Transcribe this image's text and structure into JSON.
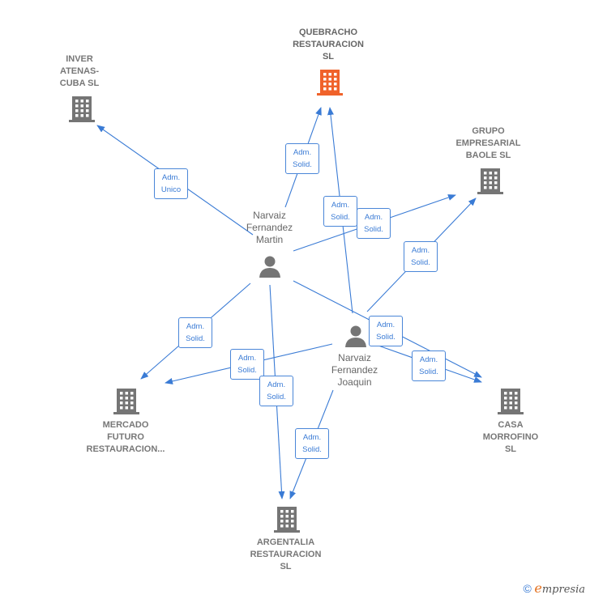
{
  "colors": {
    "edge": "#3a7bd5",
    "company": "#757575",
    "main_company": "#f0622a",
    "person": "#757575"
  },
  "companies": [
    {
      "id": "quebracho",
      "label": "QUEBRACHO\nRESTAURACION\nSL",
      "main": true
    },
    {
      "id": "inver",
      "label": "INVER\nATENAS-\nCUBA SL",
      "main": false
    },
    {
      "id": "grupo",
      "label": "GRUPO\nEMPRESARIAL\nBAOLE  SL",
      "main": false
    },
    {
      "id": "mercado",
      "label": "MERCADO\nFUTURO\nRESTAURACION...",
      "main": false
    },
    {
      "id": "casa",
      "label": "CASA\nMORROFINO\nSL",
      "main": false
    },
    {
      "id": "argentalia",
      "label": "ARGENTALIA\nRESTAURACION\nSL",
      "main": false
    }
  ],
  "persons": [
    {
      "id": "martin",
      "label": "Narvaiz\nFernandez\nMartin"
    },
    {
      "id": "joaquin",
      "label": "Narvaiz\nFernandez\nJoaquin"
    }
  ],
  "edges": [
    {
      "id": "e1",
      "from": "martin",
      "to": "inver",
      "label": "Adm.\nUnico"
    },
    {
      "id": "e2",
      "from": "martin",
      "to": "quebracho",
      "label": "Adm.\nSolid."
    },
    {
      "id": "e3",
      "from": "joaquin",
      "to": "quebracho",
      "label": "Adm.\nSolid."
    },
    {
      "id": "e4",
      "from": "martin",
      "to": "grupo",
      "label": "Adm.\nSolid."
    },
    {
      "id": "e5",
      "from": "joaquin",
      "to": "grupo",
      "label": "Adm.\nSolid."
    },
    {
      "id": "e6",
      "from": "martin",
      "to": "mercado",
      "label": "Adm.\nSolid."
    },
    {
      "id": "e7",
      "from": "joaquin",
      "to": "mercado",
      "label": "Adm.\nSolid."
    },
    {
      "id": "e8",
      "from": "martin",
      "to": "casa",
      "label": "Adm.\nSolid."
    },
    {
      "id": "e9",
      "from": "joaquin",
      "to": "casa",
      "label": "Adm.\nSolid."
    },
    {
      "id": "e10",
      "from": "martin",
      "to": "argentalia",
      "label": "Adm.\nSolid."
    },
    {
      "id": "e11",
      "from": "joaquin",
      "to": "argentalia",
      "label": "Adm.\nSolid."
    }
  ],
  "footer": {
    "copyright": "©",
    "brand_initial": "e",
    "brand_rest": "mpresia"
  }
}
